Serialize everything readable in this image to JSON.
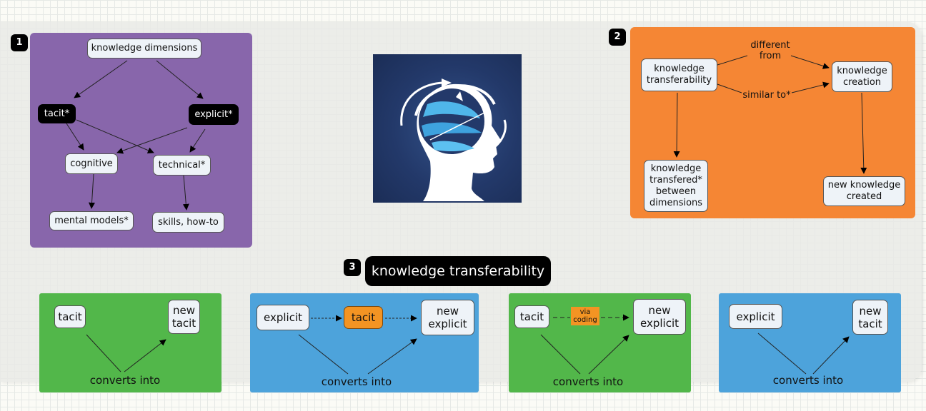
{
  "colors": {
    "panel1": "#8866ab",
    "panel2": "#f58634",
    "green": "#52b74a",
    "blue": "#4da3db",
    "highlight": "#f39423"
  },
  "section1": {
    "number": "1",
    "nodes": {
      "root": "knowledge dimensions",
      "tacit": "tacit*",
      "explicit": "explicit*",
      "cognitive": "cognitive",
      "technical": "technical*",
      "mental_models": "mental models*",
      "skills": "skills, how-to"
    }
  },
  "section2": {
    "number": "2",
    "nodes": {
      "transferability": "knowledge\ntransferability",
      "creation": "knowledge\ncreation",
      "transfered": "knowledge\ntransfered*\nbetween\ndimensions",
      "new_created": "new knowledge\ncreated"
    },
    "edge_labels": {
      "different_from": "different\nfrom",
      "similar_to": "similar to*"
    }
  },
  "logo": {
    "icon": "head-globe-icon"
  },
  "section3": {
    "number": "3",
    "title": "knowledge transferability",
    "cards": [
      {
        "from": "tacit",
        "to": "new\ntacit",
        "edge": "converts into"
      },
      {
        "from": "explicit",
        "via": "tacit",
        "to": "new\nexplicit",
        "edge": "converts into"
      },
      {
        "from": "tacit",
        "via_label": "via\ncoding",
        "to": "new\nexplicit",
        "edge": "converts into"
      },
      {
        "from": "explicit",
        "to": "new\ntacit",
        "edge": "converts into"
      }
    ]
  }
}
